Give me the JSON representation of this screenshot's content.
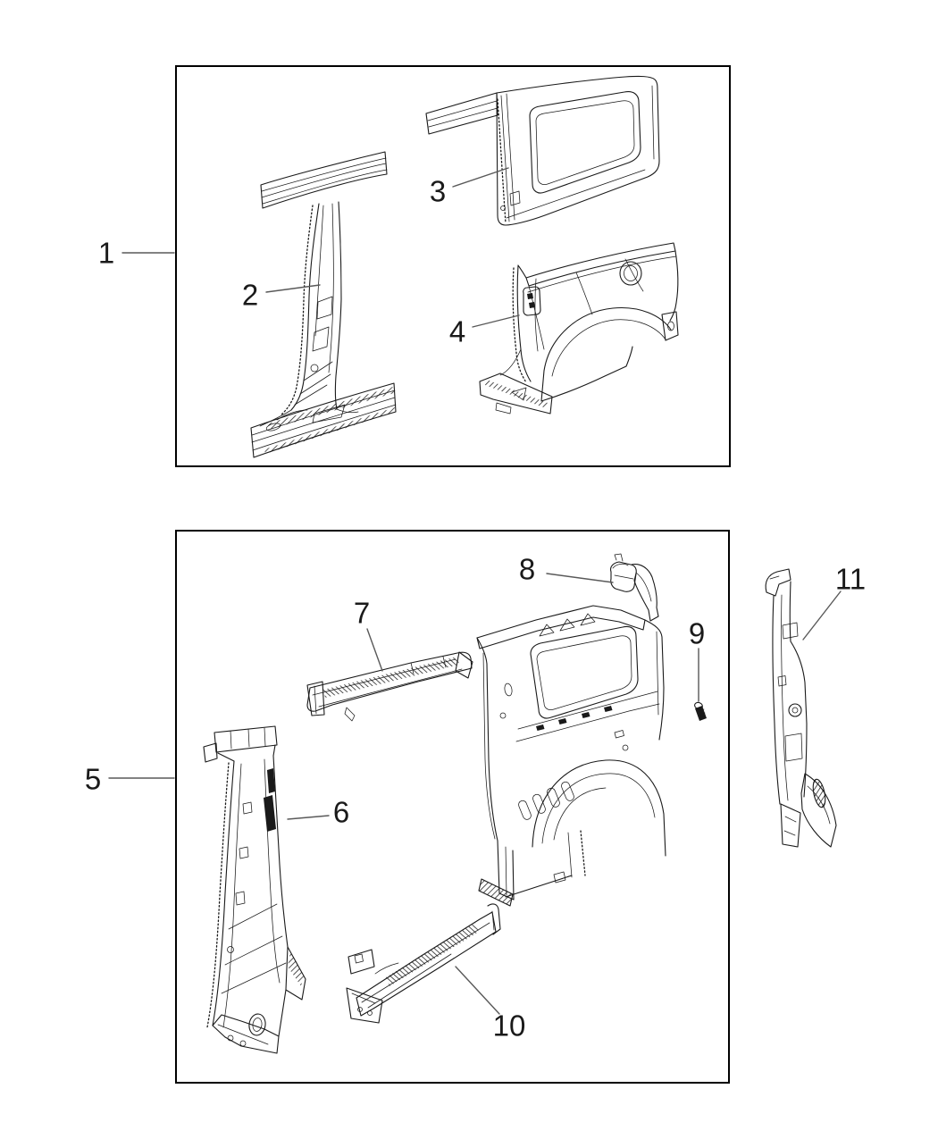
{
  "page": {
    "background": "#ffffff"
  },
  "diagram": {
    "kind": "vehicle body side aperture / quarter panel parts diagram",
    "ink_color": "#1a1a1a",
    "leader_color": "#595959",
    "box_border_color": "#000000",
    "callouts": [
      {
        "label": "1"
      },
      {
        "label": "2"
      },
      {
        "label": "3"
      },
      {
        "label": "4"
      },
      {
        "label": "5"
      },
      {
        "label": "6"
      },
      {
        "label": "7"
      },
      {
        "label": "8"
      },
      {
        "label": "9"
      },
      {
        "label": "10"
      },
      {
        "label": "11"
      }
    ]
  }
}
